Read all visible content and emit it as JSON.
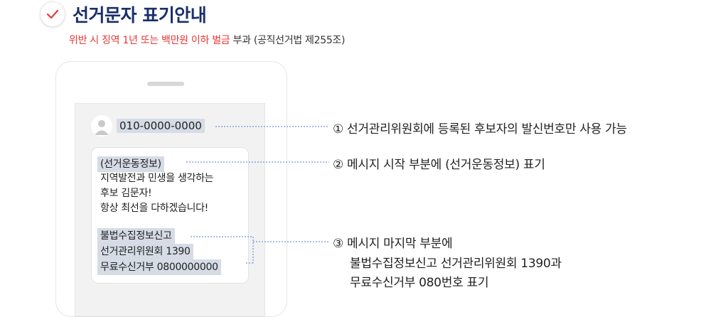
{
  "header": {
    "title": "선거문자 표기안내",
    "notice_red": "위반 시 징역 1년 또는 백만원 이하 벌금",
    "notice_rest": " 부과 (공직선거법 제255조)"
  },
  "phone": {
    "sender_number": "010-0000-0000",
    "message_lines": [
      "(선거운동정보)",
      "지역발전과 민생을 생각하는",
      "후보 김문자!",
      "항상 최선을 다하겠습니다!",
      "불법수집정보신고",
      "선거관리위원회 1390",
      "무료수신거부 0800000000"
    ]
  },
  "annotations": {
    "a1": "① 선거관리위원회에 등록된 후보자의 발신번호만 사용 가능",
    "a2": "② 메시지 시작 부분에 (선거운동정보) 표기",
    "a3_line1": "③ 메시지 마지막 부분에",
    "a3_line2": "불법수집정보신고 선거관리위원회 1390과",
    "a3_line3": "무료수신거부 080번호 표기"
  },
  "colors": {
    "title": "#1a2f6b",
    "warning": "#e53935",
    "highlight": "#d5dce6",
    "connector": "#5a7bd6"
  }
}
